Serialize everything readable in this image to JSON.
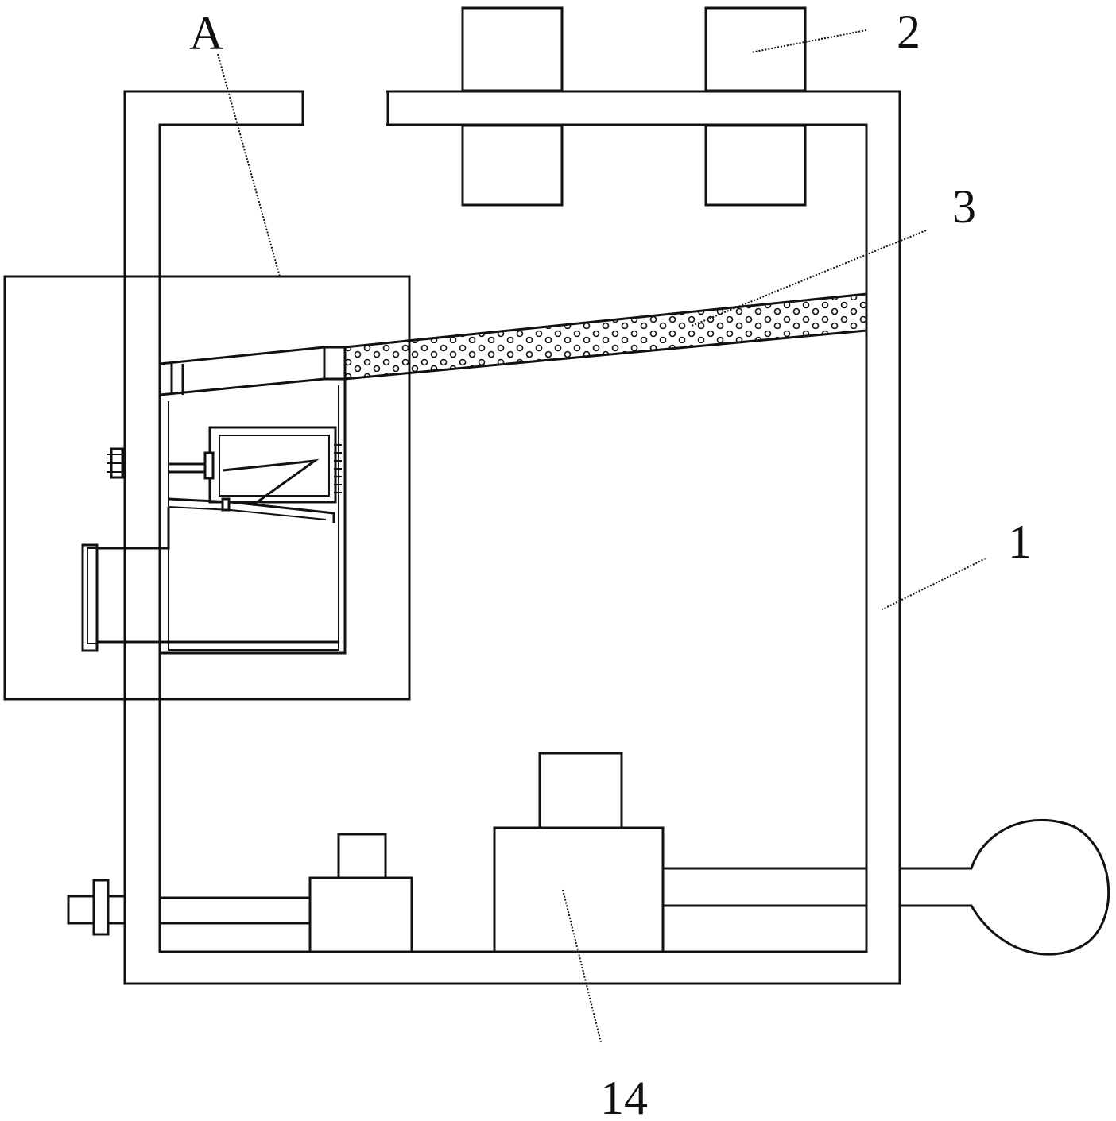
{
  "labels": {
    "detail_a": "A",
    "part_1": "1",
    "part_2": "2",
    "part_3": "3",
    "part_14": "14"
  }
}
